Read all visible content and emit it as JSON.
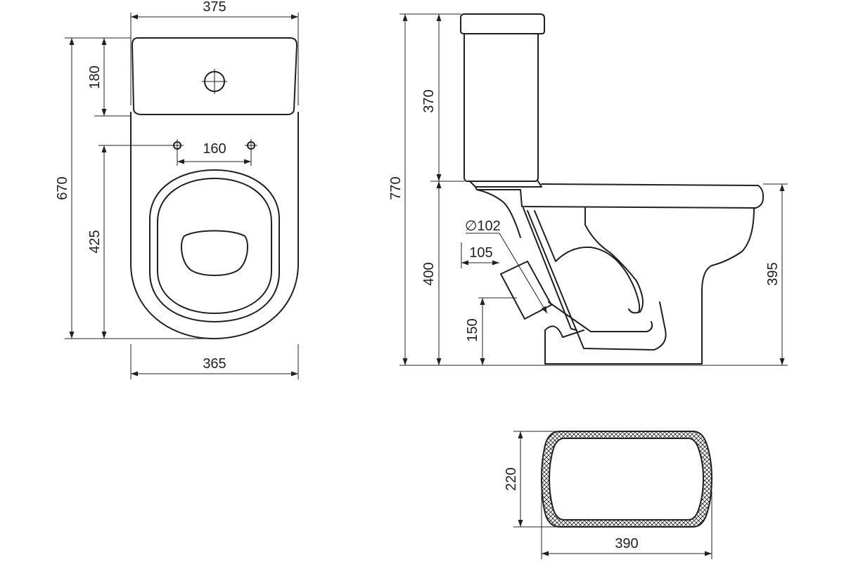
{
  "dimensions": {
    "top_width": "375",
    "bottom_width": "365",
    "tank_depth": "180",
    "overall_length": "670",
    "bolt_spacing": "160",
    "bolt_to_front": "425",
    "tank_height": "370",
    "overall_height": "770",
    "bowl_height": "400",
    "rim_height": "395",
    "outlet_diameter": "∅102",
    "outlet_offset": "105",
    "outlet_height": "150",
    "base_depth": "220",
    "base_width": "390"
  }
}
